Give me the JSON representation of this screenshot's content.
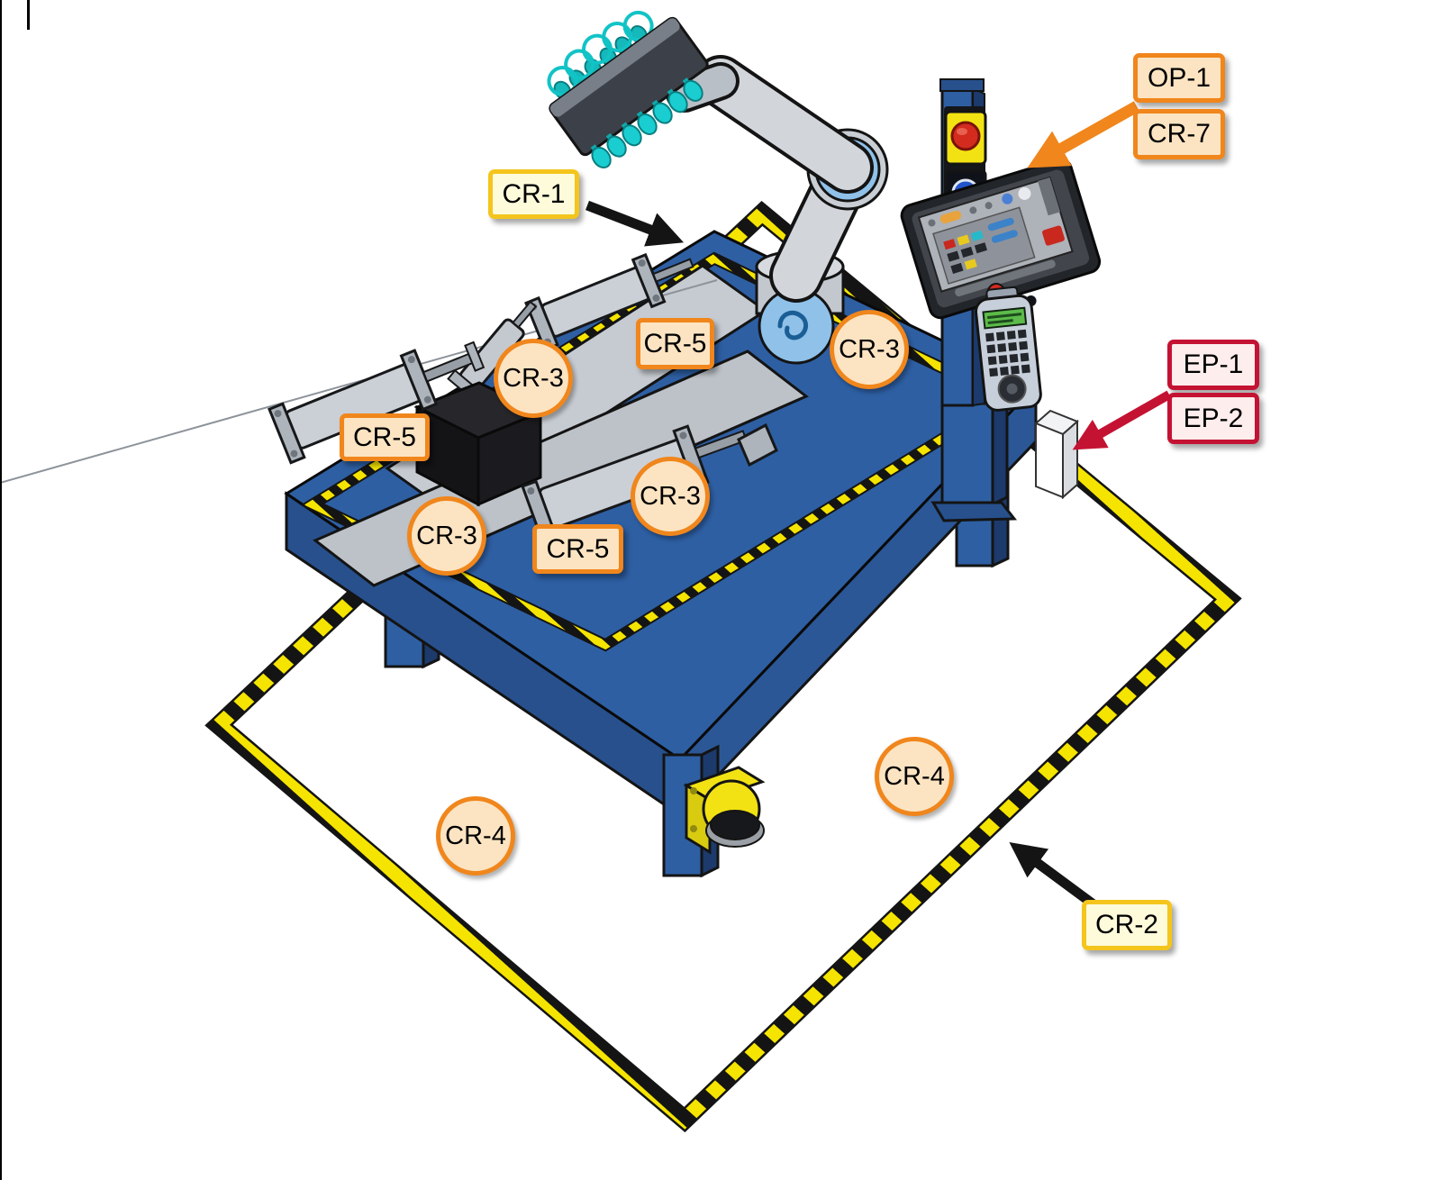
{
  "callouts": {
    "cr1": {
      "label": "CR-1"
    },
    "cr2": {
      "label": "CR-2"
    },
    "cr3": {
      "label": "CR-3"
    },
    "cr4": {
      "label": "CR-4"
    },
    "cr5": {
      "label": "CR-5"
    },
    "cr7": {
      "label": "CR-7"
    },
    "op1": {
      "label": "OP-1"
    },
    "ep1": {
      "label": "EP-1"
    },
    "ep2": {
      "label": "EP-2"
    }
  },
  "colors": {
    "yellow_label_border": "#F4C51C",
    "yellow_label_fill": "#FDFBDA",
    "orange_label_border": "#F0861C",
    "orange_label_fill": "#FCE4C2",
    "red_label_border": "#C41233",
    "red_label_fill": "#FDEDEC",
    "black_arrow": "#141414",
    "orange_arrow": "#F0861C",
    "red_arrow": "#C41233",
    "table_blue": "#2E5FA3",
    "table_blue_dark": "#27508D",
    "table_leg_dark": "#1C3A6B",
    "hazard_yellow": "#F5E400",
    "hazard_black": "#141414",
    "robot_gray": "#D2D6DB",
    "robot_joint_blue": "#8FC1E9",
    "gripper_teal": "#19CDD0",
    "scanner_yellow": "#F2E213",
    "fixture_gray": "#C6CBD1",
    "estop_red": "#D42B1F",
    "pendant_display_green": "#5CBB4A"
  }
}
